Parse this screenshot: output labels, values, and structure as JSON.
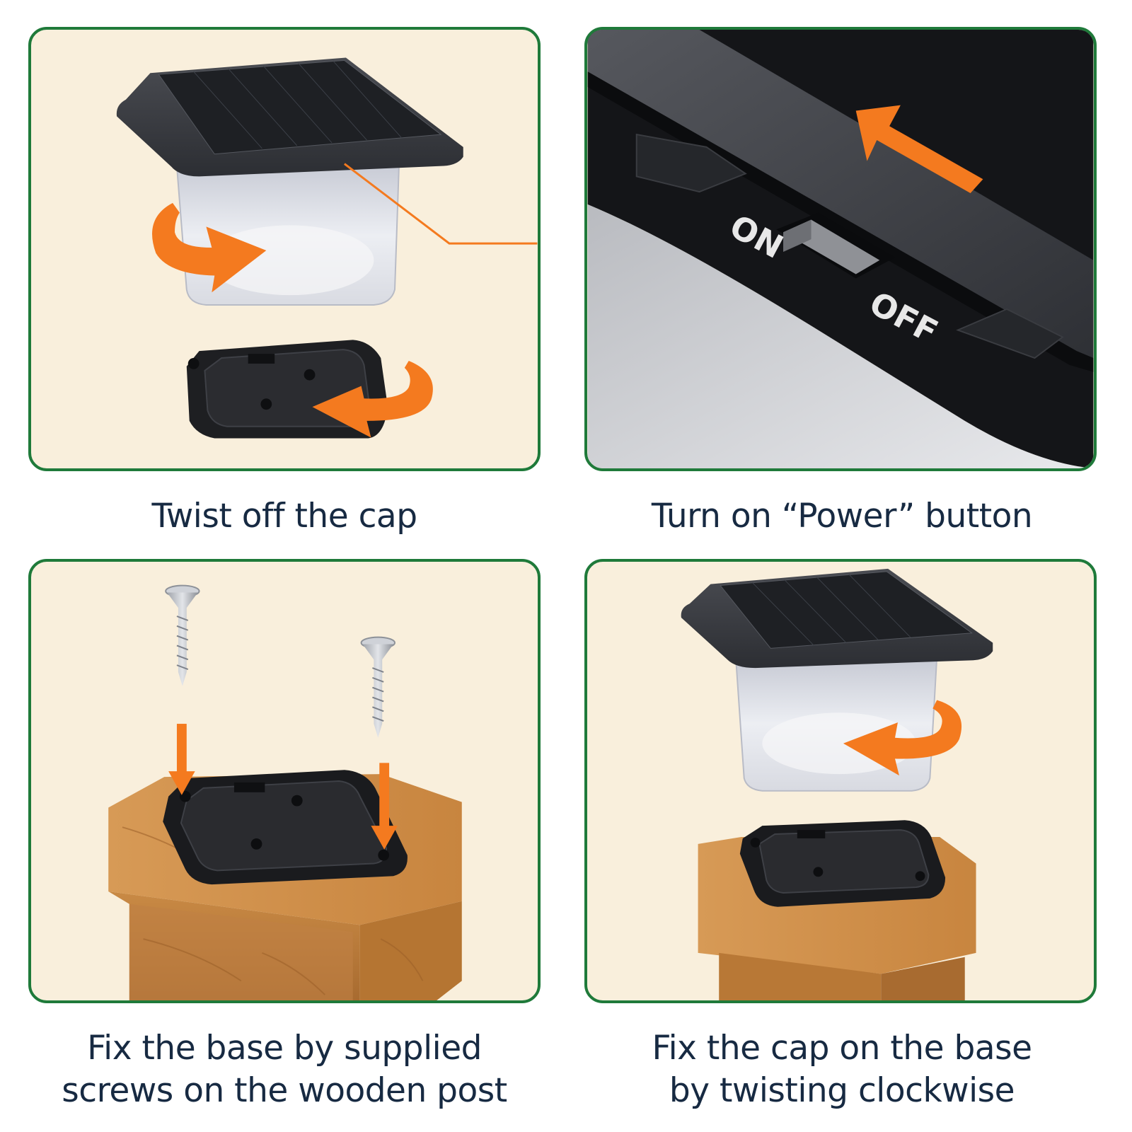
{
  "steps": [
    {
      "caption": "Twist off the cap"
    },
    {
      "caption": "Turn on “Power” button"
    },
    {
      "caption_lines": [
        "Fix the base by supplied",
        "screws on the wooden post"
      ]
    },
    {
      "caption_lines": [
        "Fix the cap on the base",
        "by twisting clockwise"
      ]
    }
  ],
  "switch": {
    "on_label": "ON",
    "off_label": "OFF"
  },
  "colors": {
    "panel_border": "#1f7a3a",
    "panel_background": "#f9efdc",
    "arrow": "#f47a1f",
    "caption_text": "#172a42",
    "light_housing": "#3c3e42",
    "wood": "#c98a45"
  },
  "icons": [
    "solar-panel-icon",
    "rotate-arrow-icon",
    "screw-icon",
    "down-arrow-icon",
    "power-switch-icon"
  ]
}
